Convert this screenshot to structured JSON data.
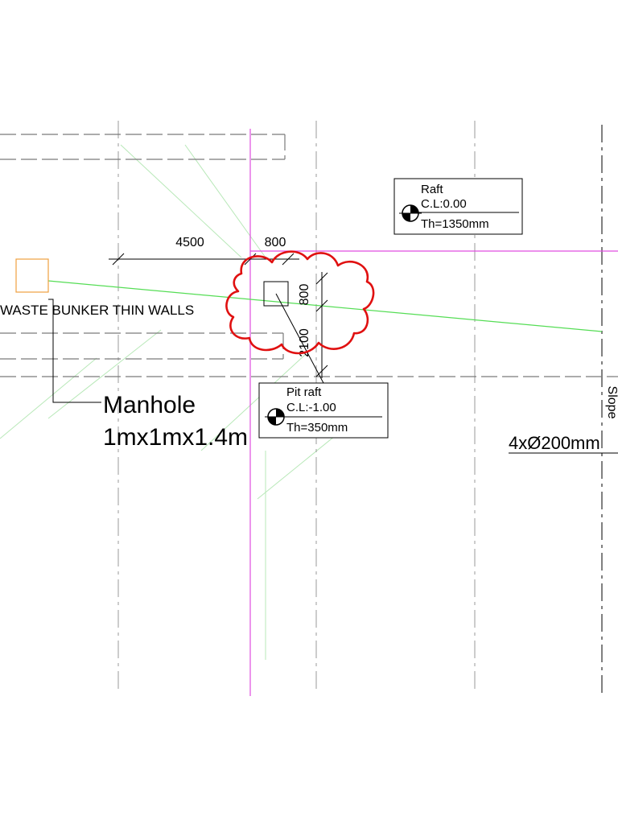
{
  "colors": {
    "background": "#ffffff",
    "grid": "#9a9a9a",
    "dashed": "#7a7a7a",
    "linework": "#000000",
    "magenta": "#e04de0",
    "green": "#55dd55",
    "orange": "#f0a040",
    "faint_green": "#b8e8b8",
    "cloud": "#e01010",
    "slope": "#c04040"
  },
  "dimensions": {
    "d4500": "4500",
    "d800_h": "800",
    "d800_v": "800",
    "d2100": "2100"
  },
  "labels": {
    "bunker": "WASTE BUNKER THIN WALLS",
    "manhole_line1": "Manhole",
    "manhole_line2": "1mx1mx1.4m",
    "pipe": "4xØ200mm",
    "slope": "Slope"
  },
  "level_tags": {
    "raft": {
      "name": "Raft",
      "cl": "C.L:0.00",
      "th": "Th=1350mm"
    },
    "pit_raft": {
      "name": "Pit raft",
      "cl": "C.L:-1.00",
      "th": "Th=350mm"
    }
  },
  "icons": {
    "level_marker": "level-marker-icon",
    "revision_cloud": "revision-cloud"
  }
}
